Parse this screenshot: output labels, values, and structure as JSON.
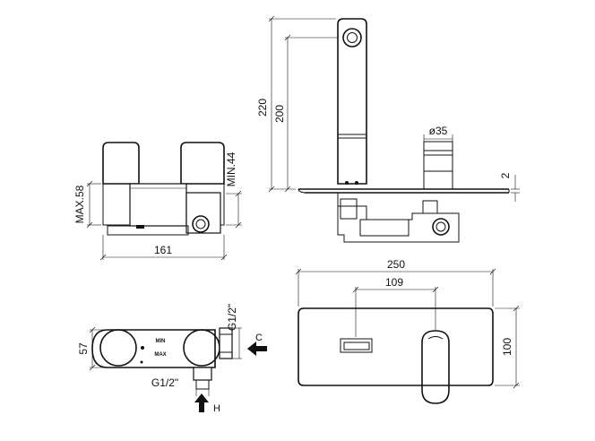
{
  "dimensions": {
    "front_max_height": "MAX.58",
    "front_min_height": "MIN.44",
    "front_width": "161",
    "side_height_total": "220",
    "side_height_spout": "200",
    "side_diameter": "ø35",
    "side_plate_thickness": "2",
    "plate_width": "250",
    "plate_spacing": "109",
    "plate_height": "100",
    "top_depth": "57",
    "top_thread_side": "G1/2\"",
    "top_thread_bottom": "G1/2\"",
    "label_cold": "C",
    "label_hot": "H",
    "label_min": "MIN",
    "label_max": "MAX"
  },
  "colors": {
    "line": "#111111",
    "background": "#ffffff"
  }
}
